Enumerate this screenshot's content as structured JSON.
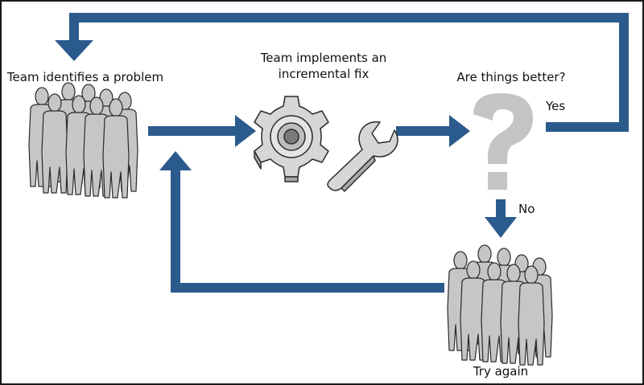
{
  "diagram": {
    "labels": {
      "identify": "Team identifies a problem",
      "implement_line1": "Team implements an",
      "implement_line2": "incremental fix",
      "better": "Are things better?",
      "yes": "Yes",
      "no": "No",
      "try_again": "Try again"
    },
    "colors": {
      "arrow": "#2b5a8c",
      "people": "#c6c6c6",
      "people_outline": "#2a2a2a",
      "question_mark": "#c4c4c4",
      "gear": "#d0d0d0"
    },
    "icons": {
      "team_left": "people-group-icon",
      "team_bottom": "people-group-icon",
      "gear": "gear-icon",
      "wrench": "wrench-icon",
      "question": "question-mark-icon"
    }
  }
}
